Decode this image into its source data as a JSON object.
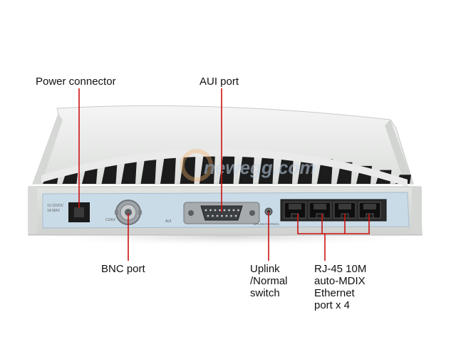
{
  "annotations": {
    "power_connector": "Power connector",
    "aui_port": "AUI port",
    "bnc_port": "BNC port",
    "uplink_switch": [
      "Uplink",
      "/Normal",
      "switch"
    ],
    "rj45_ports": [
      "RJ-45 10M",
      "auto-MDIX",
      "Ethernet",
      "port x 4"
    ]
  },
  "watermark": "newegg.com",
  "panel_print": {
    "power_rating": [
      "12-15VDC",
      "1A MAX"
    ],
    "bnc_label": "COAX",
    "aui_label": "AUI",
    "switch_label": "UPLINK/NORMAL"
  },
  "colors": {
    "callout_line": "#cc1111",
    "chassis": "#e6e7e6",
    "port_panel": "#c9dbe7",
    "vent": "#1c1c1c"
  }
}
